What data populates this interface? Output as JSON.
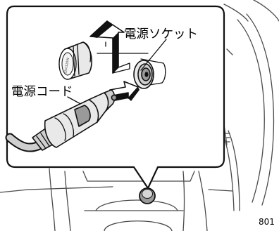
{
  "labels": {
    "power_socket": "電源ソケット",
    "power_cord": "電源コード",
    "plug_marking": "12V/120W"
  },
  "figure_number": "801",
  "colors": {
    "line": "#111111",
    "background_line": "#4a4a4a",
    "fill_light": "#e9e9e9",
    "fill_mid": "#cfcfcf",
    "fill_dark": "#9a9a9a"
  },
  "icons": {
    "remove_arrow": "up-arrow-icon",
    "insert_arrow": "right-arrow-icon"
  }
}
